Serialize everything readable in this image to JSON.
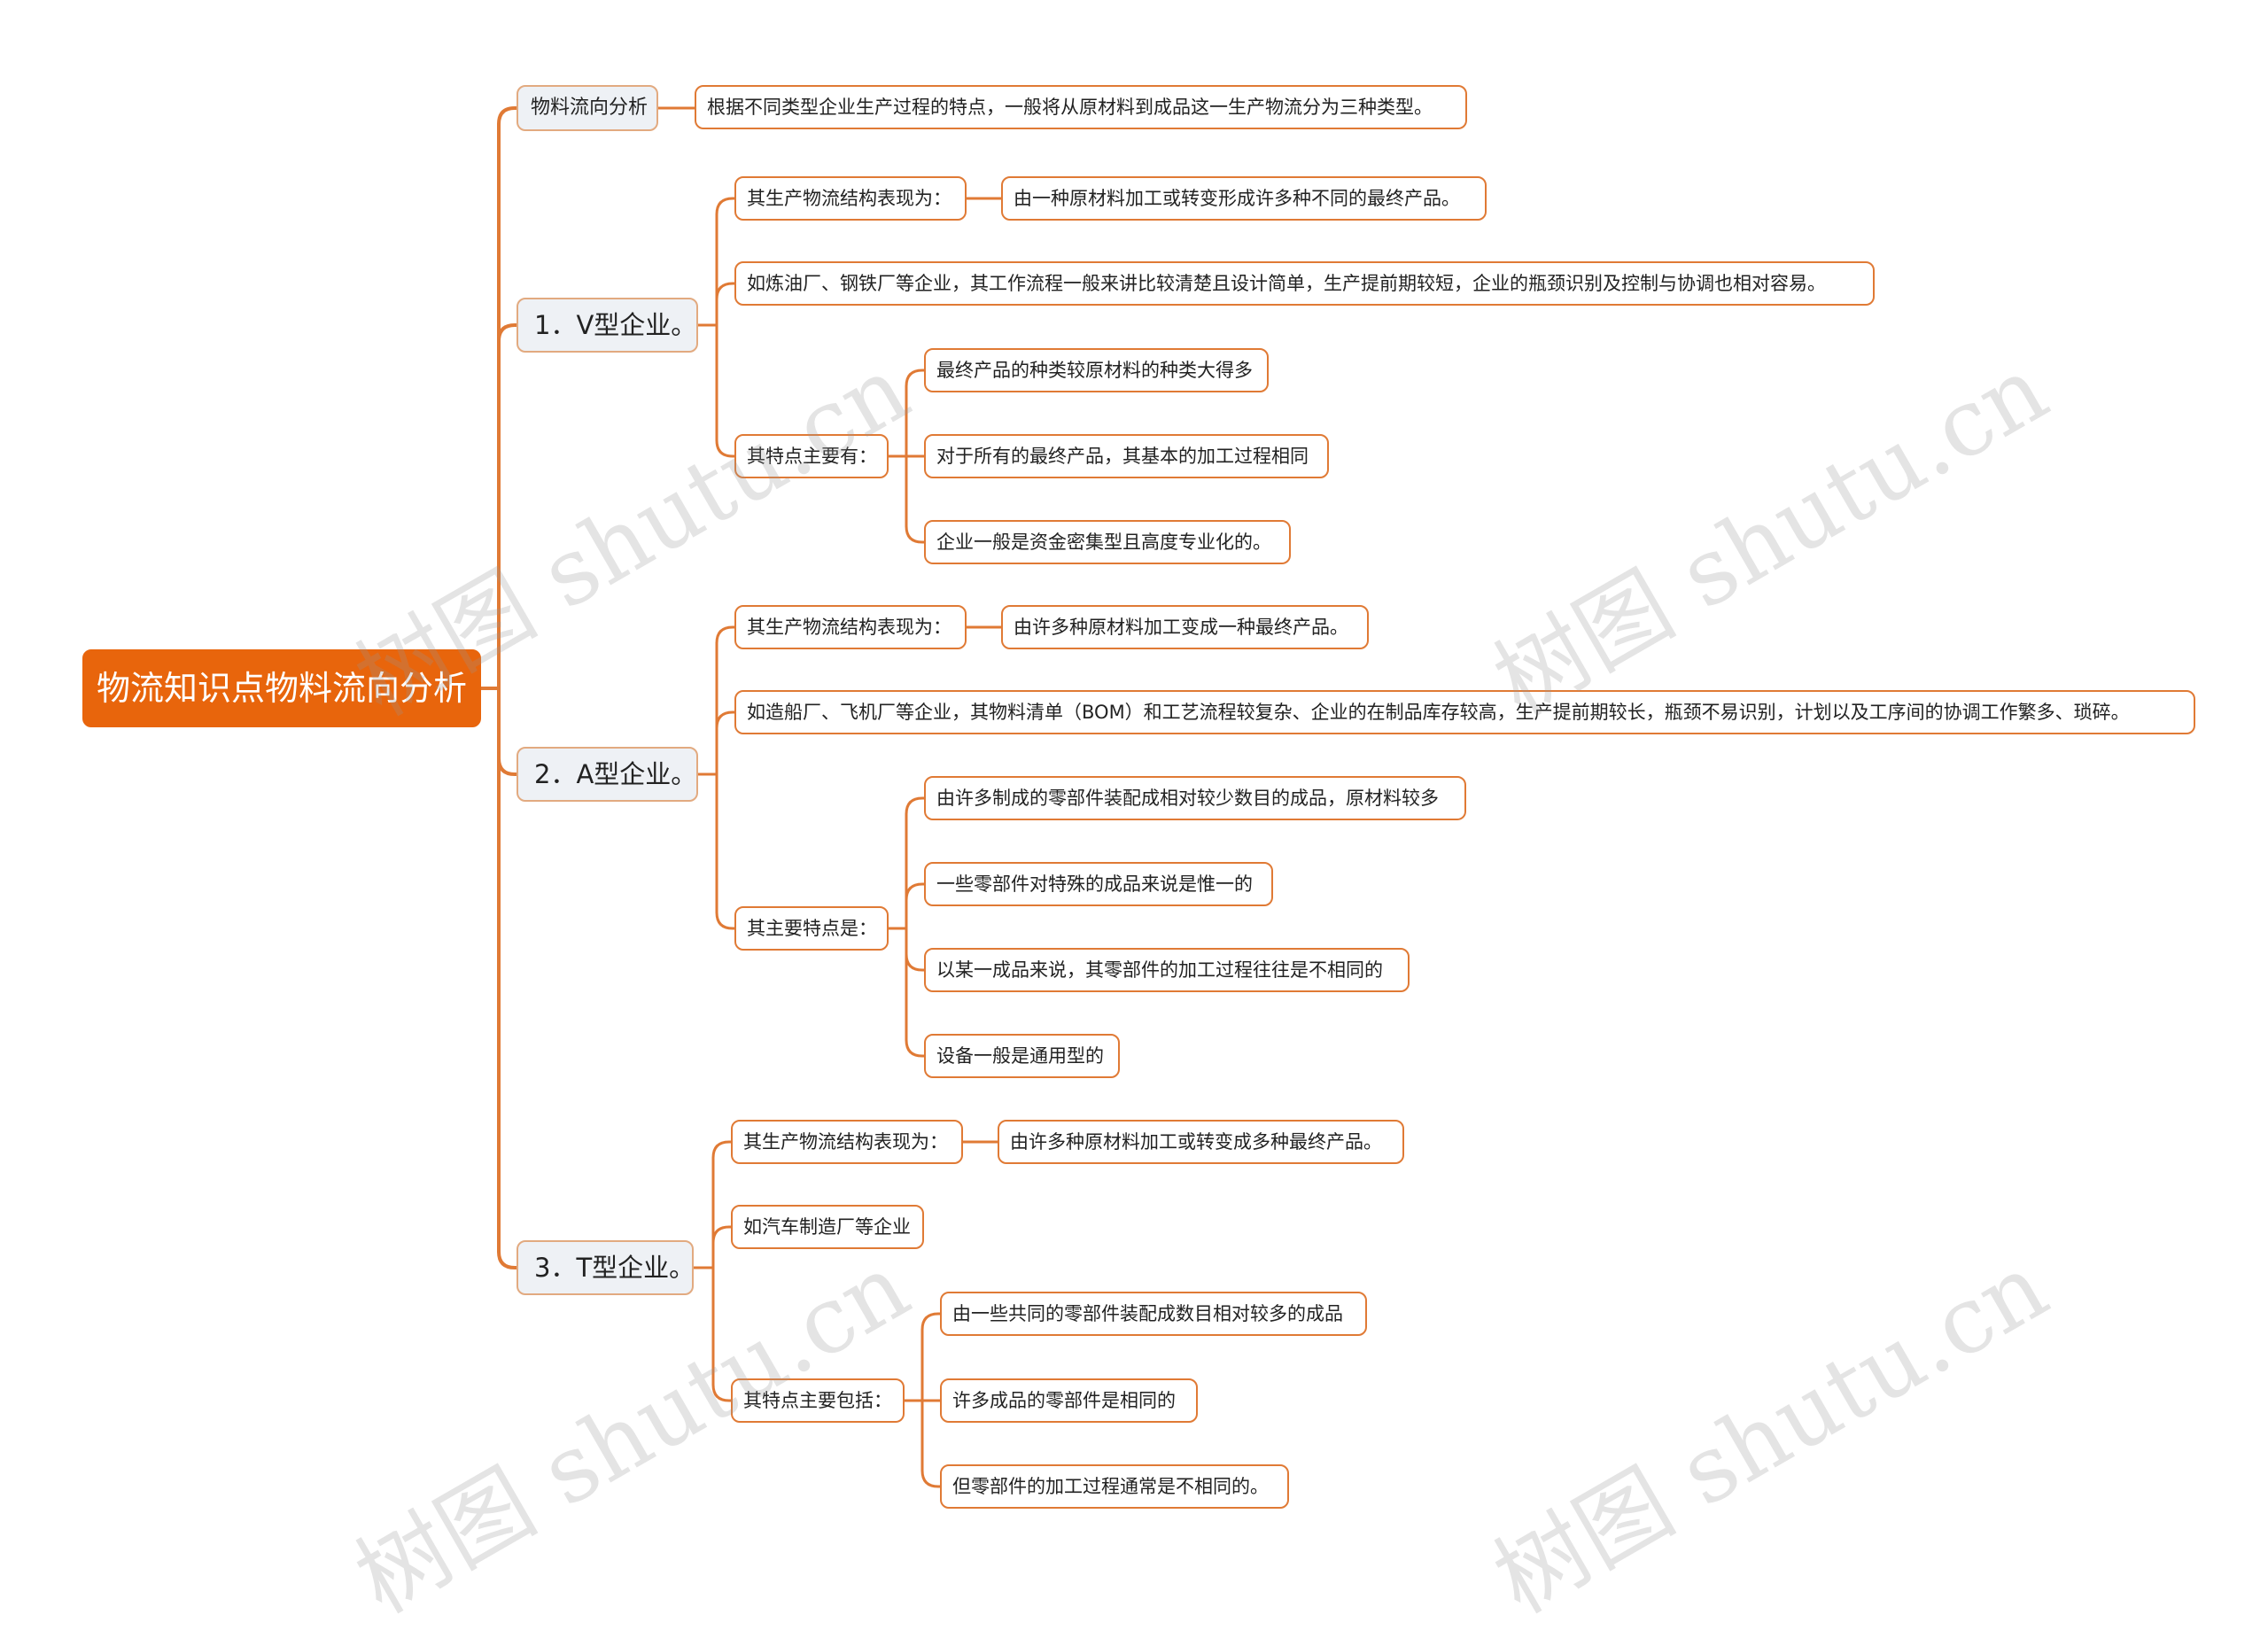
{
  "root": {
    "label": "物流知识点物料流向分析"
  },
  "topic_overview": {
    "label": "物料流向分析",
    "desc": "根据不同类型企业生产过程的特点，一般将从原材料到成品这一生产物流分为三种类型。"
  },
  "topic_v": {
    "label": "1．V型企业。",
    "structure_label": "其生产物流结构表现为：",
    "structure_value": "由一种原材料加工或转变形成许多种不同的最终产品。",
    "example": "如炼油厂、钢铁厂等企业，其工作流程一般来讲比较清楚且设计简单，生产提前期较短，企业的瓶颈识别及控制与协调也相对容易。",
    "features_label": "其特点主要有：",
    "features": [
      "最终产品的种类较原材料的种类大得多",
      "对于所有的最终产品，其基本的加工过程相同",
      "企业一般是资金密集型且高度专业化的。"
    ]
  },
  "topic_a": {
    "label": "2．A型企业。",
    "structure_label": "其生产物流结构表现为：",
    "structure_value": "由许多种原材料加工变成一种最终产品。",
    "example": "如造船厂、飞机厂等企业，其物料清单（BOM）和工艺流程较复杂、企业的在制品库存较高，生产提前期较长，瓶颈不易识别，计划以及工序间的协调工作繁多、琐碎。",
    "features_label": "其主要特点是：",
    "features": [
      "由许多制成的零部件装配成相对较少数目的成品，原材料较多",
      "一些零部件对特殊的成品来说是惟一的",
      "以某一成品来说，其零部件的加工过程往往是不相同的",
      "设备一般是通用型的"
    ]
  },
  "topic_t": {
    "label": "3．T型企业。",
    "structure_label": "其生产物流结构表现为：",
    "structure_value": "由许多种原材料加工或转变成多种最终产品。",
    "example": "如汽车制造厂等企业",
    "features_label": "其特点主要包括：",
    "features": [
      "由一些共同的零部件装配成数目相对较多的成品",
      "许多成品的零部件是相同的",
      "但零部件的加工过程通常是不相同的。"
    ]
  },
  "watermark": "树图 shutu.cn",
  "colors": {
    "accent": "#e8650c",
    "line": "#e07a35",
    "topic_bg": "#eef1f5"
  }
}
